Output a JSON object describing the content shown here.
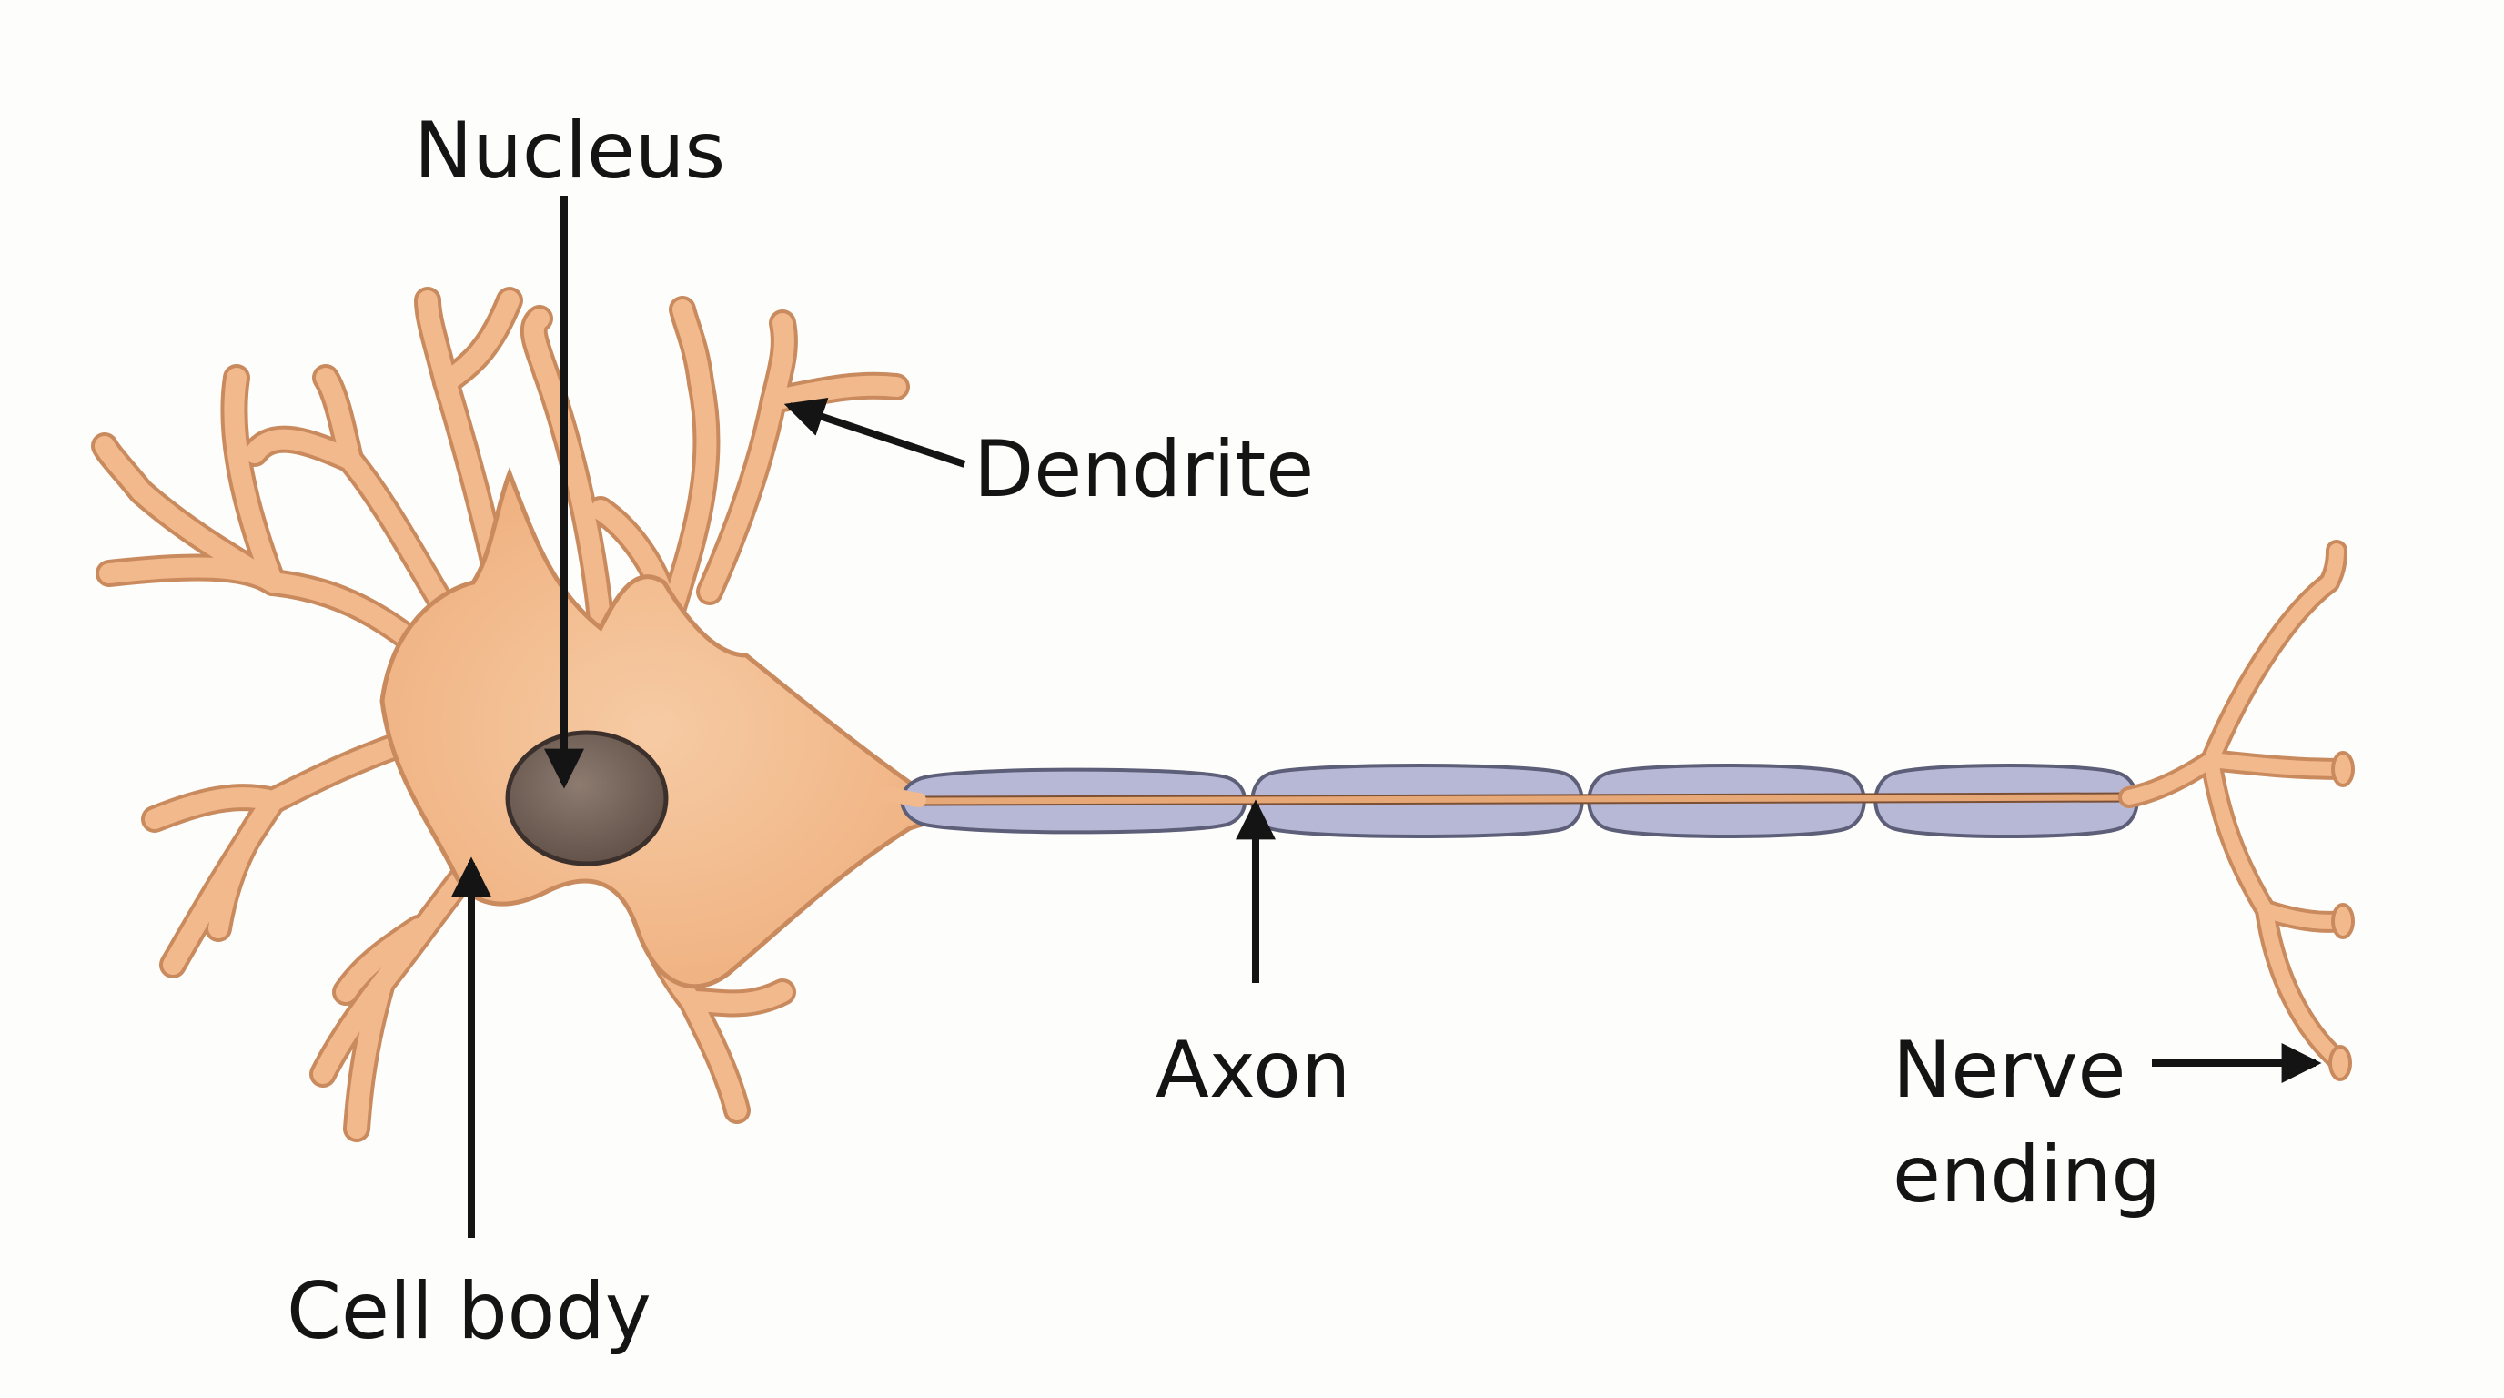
{
  "diagram": {
    "labels": {
      "nucleus": "Nucleus",
      "dendrite": "Dendrite",
      "axon": "Axon",
      "cell_body": "Cell body",
      "nerve_ending_line1": "Nerve",
      "nerve_ending_line2": "ending"
    },
    "colors": {
      "background": "#fdfdfb",
      "cell_fill": "#f2b98c",
      "cell_outline": "#c98a5e",
      "nucleus_fill": "#6e5e54",
      "myelin_fill": "#b7b8d6",
      "myelin_outline": "#5d5e78",
      "axon_core": "#e7a878",
      "ink": "#141414"
    }
  }
}
